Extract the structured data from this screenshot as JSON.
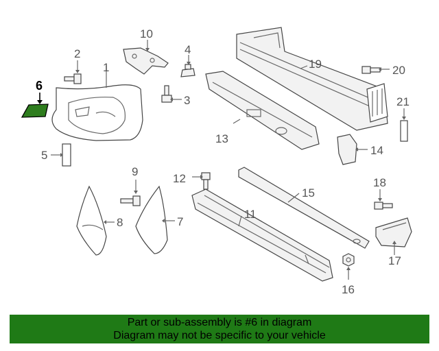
{
  "diagram": {
    "highlight_color": "#2e7d1e",
    "callouts": {
      "c1": "1",
      "c2": "2",
      "c3": "3",
      "c4": "4",
      "c5": "5",
      "c6": "6",
      "c7": "7",
      "c8": "8",
      "c9": "9",
      "c10": "10",
      "c11": "11",
      "c12": "12",
      "c13": "13",
      "c14": "14",
      "c15": "15",
      "c16": "16",
      "c17": "17",
      "c18": "18",
      "c19": "19",
      "c20": "20",
      "c21": "21"
    }
  },
  "banner": {
    "color": "#1f7a16",
    "line1": "Part or sub-assembly is #6 in diagram",
    "line2": "Diagram may not be specific to your vehicle"
  }
}
